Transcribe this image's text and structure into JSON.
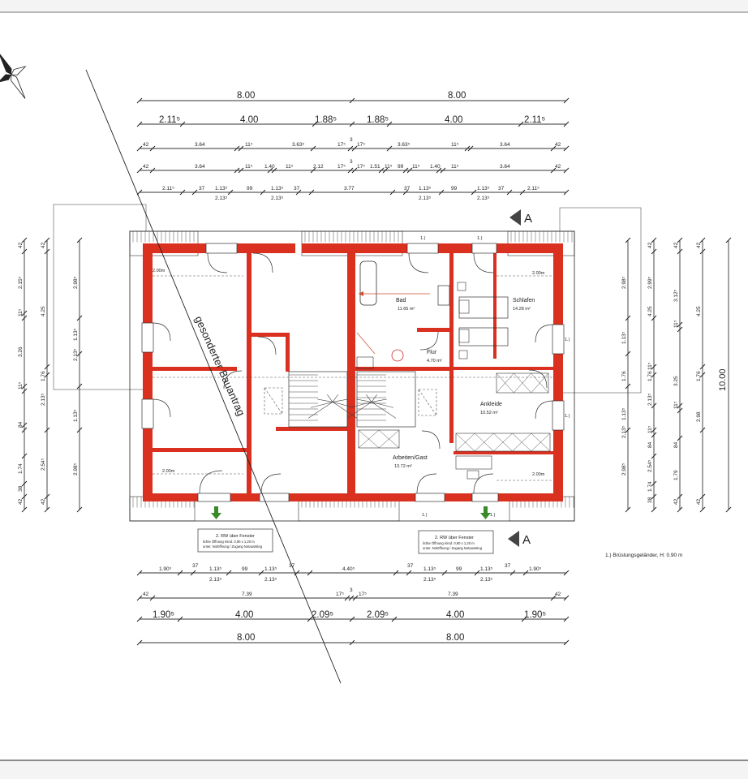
{
  "plan": {
    "separate_application": "gesonderter Bauantrag",
    "section_marker": "A",
    "footnote": "1.) Brüstungsgeländer, H: 0.90 m",
    "overall_height": "10.00",
    "rooms": {
      "bath": {
        "name": "Bad",
        "area": "11.65 m²"
      },
      "hall": {
        "name": "Flur",
        "area": "4.70 m²"
      },
      "bedroom": {
        "name": "Schlafen",
        "area": "14.28 m²"
      },
      "dressing": {
        "name": "Ankleide",
        "area": "10.52 m²"
      },
      "work": {
        "name": "Arbeiten/Gast",
        "area": "13.72 m²"
      }
    },
    "window_notes": {
      "left": [
        "2. RW über Fenster",
        "lichte Öffnung mind. 0,90 x 1,20 m",
        "unter. Notöffnung / Zugang Notausstieg"
      ],
      "right": [
        "2. RW über Fenster",
        "lichte Öffnung mind. 0,90 x 1,20 m",
        "unter. Notöffnung / Zugang Notausstieg"
      ]
    },
    "railing_mark": "1.)",
    "ceiling_height": "2.00m",
    "top_dims": {
      "row1": [
        "8.00",
        "8.00"
      ],
      "row2": [
        "2.11⁵",
        "4.00",
        "1.88⁵",
        "1.88⁵",
        "4.00",
        "2.11⁵"
      ],
      "row3": [
        "42",
        "3.64",
        "11⁵",
        "3.63⁵",
        "17⁵",
        "3",
        "17⁵",
        "3.63⁵",
        "11⁵",
        "3.64",
        "42"
      ],
      "row4": [
        "42",
        "3.64",
        "11⁵",
        "1.40",
        "11⁵",
        "2.12",
        "17⁵",
        "3",
        "17⁵",
        "1.51",
        "11⁵",
        "99",
        "11⁵",
        "1.40",
        "11⁵",
        "3.64",
        "42"
      ],
      "row5": [
        "2.11⁵",
        "37",
        "1.13⁵",
        "99",
        "1.13⁵",
        "37",
        "3.77",
        "37",
        "1.13⁵",
        "99",
        "1.13⁵",
        "37",
        "2.11⁵"
      ],
      "row5_sub": [
        "2.13⁵",
        "2.13⁵",
        "2.13⁵",
        "2.13⁵"
      ]
    },
    "bottom_dims": {
      "row1": [
        "1.90⁵",
        "37",
        "1.13⁵",
        "99",
        "1.13⁵",
        "37",
        "4.40⁵",
        "37",
        "1.13⁵",
        "99",
        "1.13⁵",
        "37",
        "1.90⁵"
      ],
      "row1_sub": [
        "2.13⁵",
        "2.13⁵",
        "2.13⁵",
        "2.13⁵"
      ],
      "row2": [
        "42",
        "7.39",
        "17⁵",
        "3",
        "17⁵",
        "7.39",
        "42"
      ],
      "row3": [
        "1.90⁵",
        "4.00",
        "2.09⁵",
        "2.09⁵",
        "4.00",
        "1.90⁵"
      ],
      "row4": [
        "8.00",
        "8.00"
      ]
    },
    "left_dims": {
      "col1": [
        "42",
        "2.15⁵",
        "11⁵",
        "3.26",
        "11⁵",
        "84",
        "1.74",
        "38",
        "42"
      ],
      "col2": [
        "42",
        "4.25",
        "1.76",
        "2.13⁵",
        "2.54⁵",
        "42"
      ],
      "col3": [
        "2.98⁵",
        "1.13⁵",
        "2.13⁵",
        "1.13⁵",
        "2.98⁵"
      ]
    },
    "right_dims": {
      "col1": [
        "2.98⁵",
        "1.13⁵",
        "1.76",
        "1.13⁵",
        "2.13⁵",
        "2.98⁵"
      ],
      "col2": [
        "42",
        "2.99⁵",
        "4.25",
        "11⁵",
        "1.76",
        "2.13⁵",
        "11⁵",
        "84",
        "2.54⁵",
        "1.74",
        "38",
        "42"
      ],
      "col3": [
        "42",
        "3.12⁵",
        "11⁵",
        "3.25",
        "11⁵",
        "84",
        "1.79",
        "42"
      ],
      "col4": [
        "42",
        "4.25",
        "1.76",
        "2.98",
        "42"
      ],
      "col5": [
        "10.00"
      ]
    }
  }
}
